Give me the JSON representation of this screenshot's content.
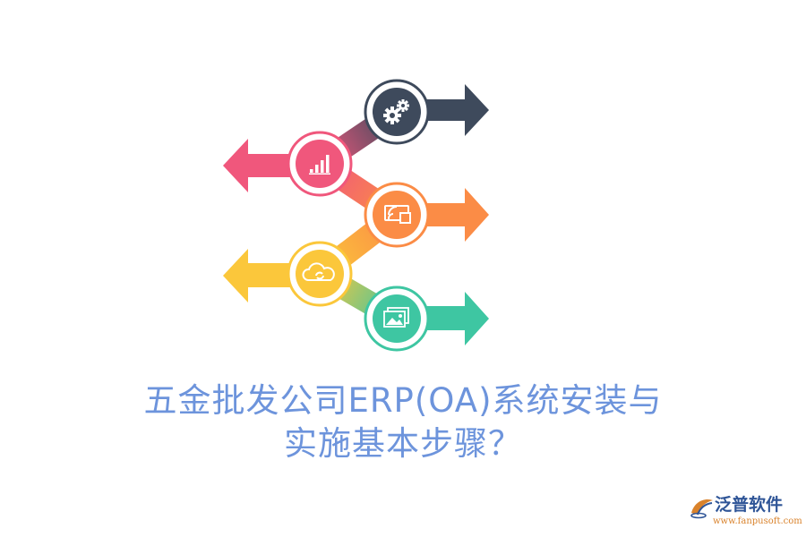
{
  "title": {
    "line1": "五金批发公司ERP(OA)系统安装与",
    "line2": "实施基本步骤？"
  },
  "steps": [
    {
      "icon": "gears-icon",
      "color": "#3e4a5c"
    },
    {
      "icon": "bar-chart-icon",
      "color": "#f0577c"
    },
    {
      "icon": "wireless-screen-icon",
      "color": "#fb8c46"
    },
    {
      "icon": "cloud-sync-icon",
      "color": "#fbc73b"
    },
    {
      "icon": "picture-gallery-icon",
      "color": "#3ec6a2"
    }
  ],
  "brand": {
    "name": "泛普软件",
    "url": "www.fanpusoft.com",
    "color": "#2f5597",
    "accent": "#d9822b"
  }
}
